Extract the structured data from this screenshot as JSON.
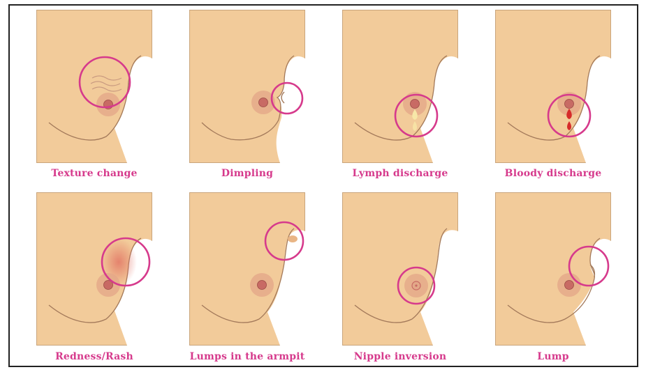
{
  "colors": {
    "skin": "#f2cb9a",
    "skin_border": "#c9a57c",
    "outline": "#a3795a",
    "areola": "#e3a888",
    "nipple": "#c86a64",
    "circle": "#d63a8c",
    "caption": "#d63a8c",
    "lymph": "#f7e7a8",
    "blood": "#d62a2a",
    "redness": "#e06b5e"
  },
  "panels": [
    {
      "id": "texture",
      "caption": "Texture change",
      "icon": "texture-lines"
    },
    {
      "id": "dimpling",
      "caption": "Dimpling",
      "icon": "dimple-notch"
    },
    {
      "id": "lymph",
      "caption": "Lymph discharge",
      "icon": "lymph-drop"
    },
    {
      "id": "bloody",
      "caption": "Bloody discharge",
      "icon": "blood-drop"
    },
    {
      "id": "redness",
      "caption": "Redness/Rash",
      "icon": "rash-patch"
    },
    {
      "id": "armpit",
      "caption": "Lumps in the armpit",
      "icon": "armpit-lump"
    },
    {
      "id": "inversion",
      "caption": "Nipple inversion",
      "icon": "inverted-nipple"
    },
    {
      "id": "lump",
      "caption": "Lump",
      "icon": "breast-lump"
    }
  ]
}
